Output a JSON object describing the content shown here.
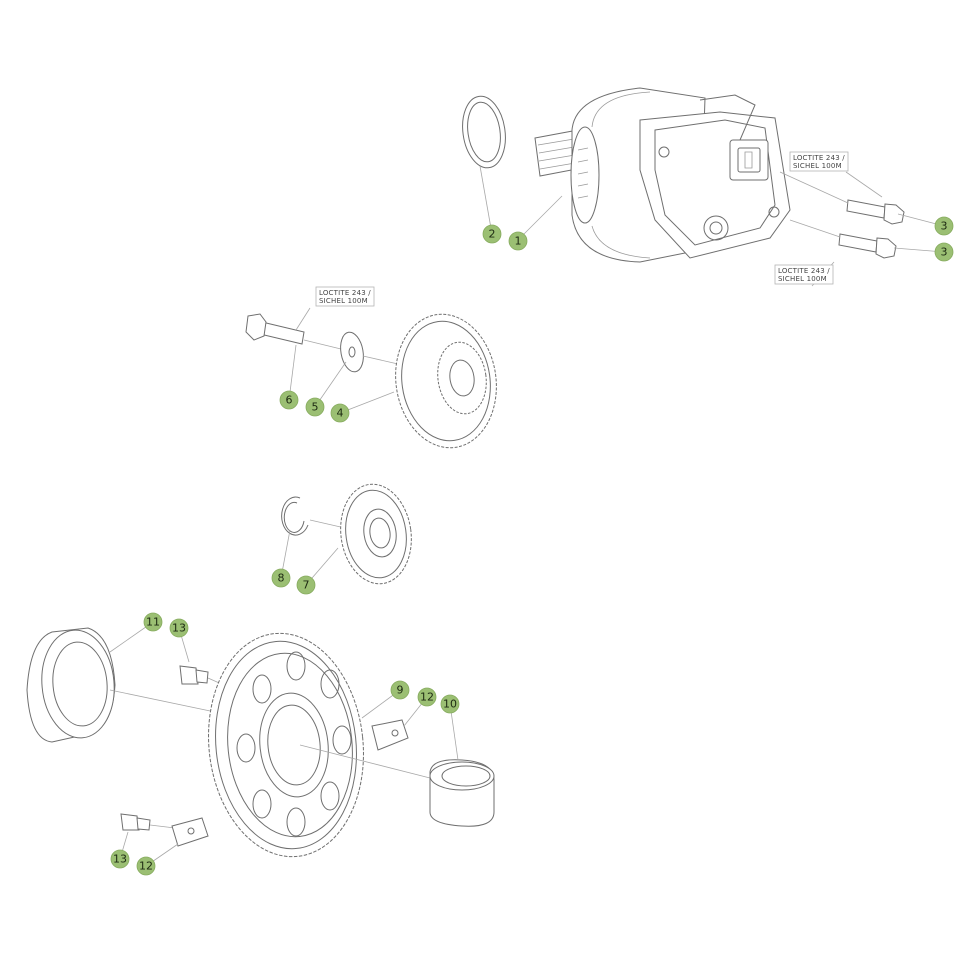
{
  "notes": [
    {
      "line1": "LOCTITE 243 /",
      "line2": "SICHEL 100M"
    },
    {
      "line1": "LOCTITE 243 /",
      "line2": "SICHEL 100M"
    },
    {
      "line1": "LOCTITE 243 /",
      "line2": "SICHEL 100M"
    }
  ],
  "callouts": [
    "1",
    "2",
    "3",
    "3",
    "4",
    "5",
    "6",
    "7",
    "8",
    "9",
    "10",
    "11",
    "12",
    "12",
    "13",
    "13"
  ],
  "colors": {
    "badge": "#9bbf73",
    "line": "#6f6f6f"
  }
}
